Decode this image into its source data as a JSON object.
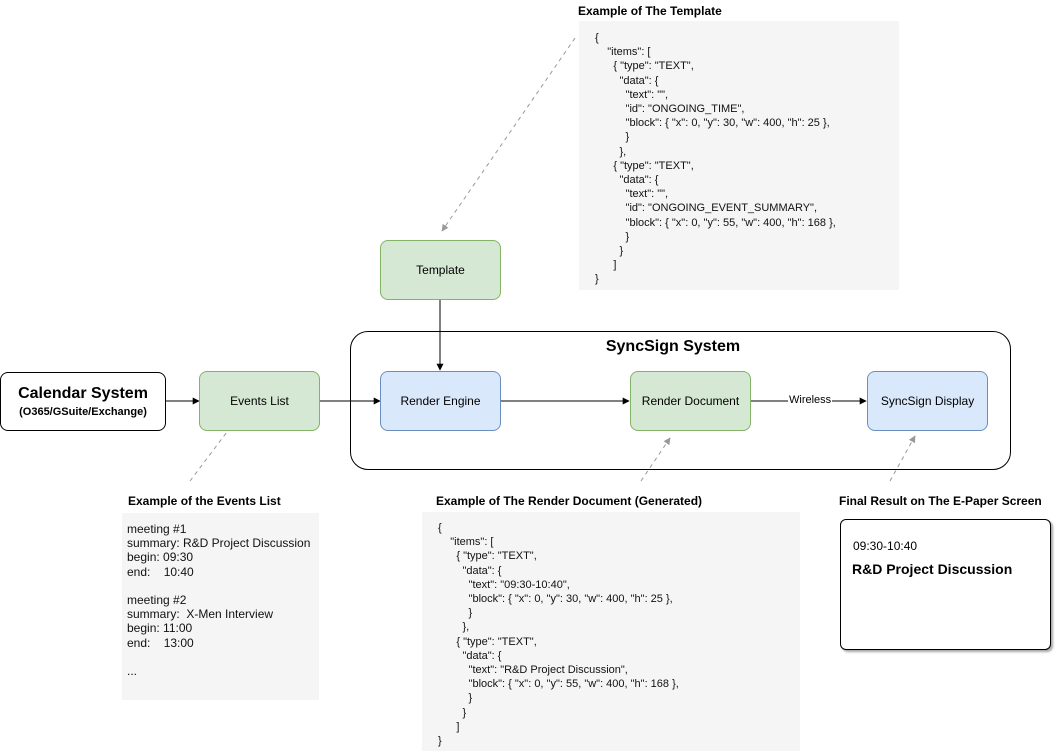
{
  "nodes": {
    "calendar": {
      "title": "Calendar System",
      "subtitle": "(O365/GSuite/Exchange)"
    },
    "events_list": {
      "label": "Events List"
    },
    "template": {
      "label": "Template"
    },
    "render_engine": {
      "label": "Render Engine"
    },
    "render_document": {
      "label": "Render Document"
    },
    "display": {
      "label": "SyncSign Display"
    }
  },
  "system": {
    "title": "SyncSign System"
  },
  "edges": {
    "wireless_label": "Wireless"
  },
  "template_example": {
    "heading": "Example of The Template",
    "code": "{\n    \"items\": [\n      { \"type\": \"TEXT\",\n        \"data\": {\n          \"text\": \"\",\n          \"id\": \"ONGOING_TIME\",\n          \"block\": { \"x\": 0, \"y\": 30, \"w\": 400, \"h\": 25 },\n          }\n        },\n      { \"type\": \"TEXT\",\n        \"data\": {\n          \"text\": \"\",\n          \"id\": \"ONGOING_EVENT_SUMMARY\",\n          \"block\": { \"x\": 0, \"y\": 55, \"w\": 400, \"h\": 168 },\n          }\n        }\n      ]\n}"
  },
  "events_example": {
    "heading": "Example of the Events List",
    "text": "meeting #1\nsummary: R&D Project Discussion\nbegin: 09:30\nend:    10:40\n\nmeeting #2\nsummary:  X-Men Interview\nbegin: 11:00\nend:    13:00\n\n..."
  },
  "render_doc_example": {
    "heading": "Example of The Render Document (Generated)",
    "code": "{\n    \"items\": [\n      { \"type\": \"TEXT\",\n        \"data\": {\n          \"text\": \"09:30-10:40\",\n          \"block\": { \"x\": 0, \"y\": 30, \"w\": 400, \"h\": 25 },\n          }\n        },\n      { \"type\": \"TEXT\",\n        \"data\": {\n          \"text\": \"R&D Project Discussion\",\n          \"block\": { \"x\": 0, \"y\": 55, \"w\": 400, \"h\": 168 },\n          }\n        }\n      ]\n}"
  },
  "final_result": {
    "heading": "Final Result on The E-Paper Screen",
    "time": "09:30-10:40",
    "summary": "R&D Project Discussion"
  },
  "colors": {
    "green_fill": "#d5e8d4",
    "green_stroke": "#82b366",
    "blue_fill": "#dae8fc",
    "blue_stroke": "#6c8ebf",
    "panel": "#f5f5f5",
    "dashed": "#999999"
  }
}
